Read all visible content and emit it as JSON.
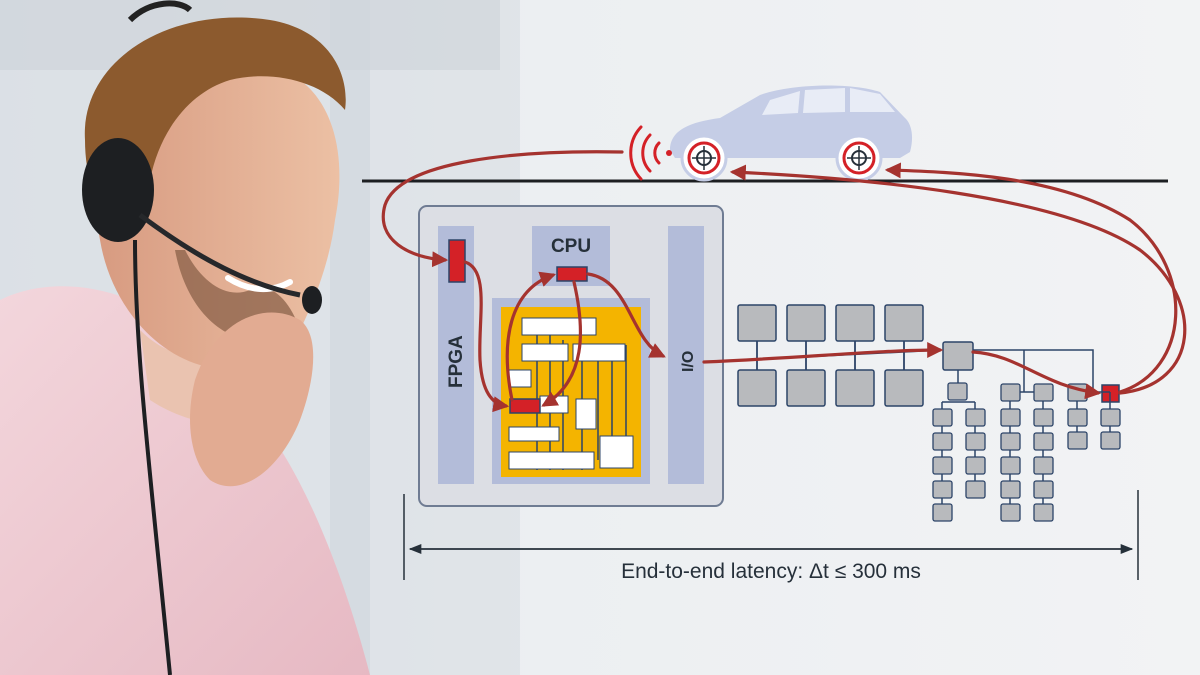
{
  "diagram": {
    "fpga_label": "FPGA",
    "cpu_label": "CPU",
    "io_label": "I/O",
    "latency_caption": "End-to-end latency: Δt ≤ 300 ms"
  },
  "colors": {
    "background": "#eef0f2",
    "chip_body": "#dcdee4",
    "chip_border": "#6f7c93",
    "lane_blue": "#b3bcd9",
    "core_yellow": "#f4b400",
    "signal_red": "#d42127",
    "arrow_red": "#a5332f",
    "network_node": "#b8babd",
    "network_line": "#2c4468",
    "car_blue": "#c5cde6",
    "text_dark": "#26303a"
  },
  "icons": [
    "person-with-headset",
    "car-icon",
    "radar-waves-icon",
    "brake-disc-icon"
  ]
}
